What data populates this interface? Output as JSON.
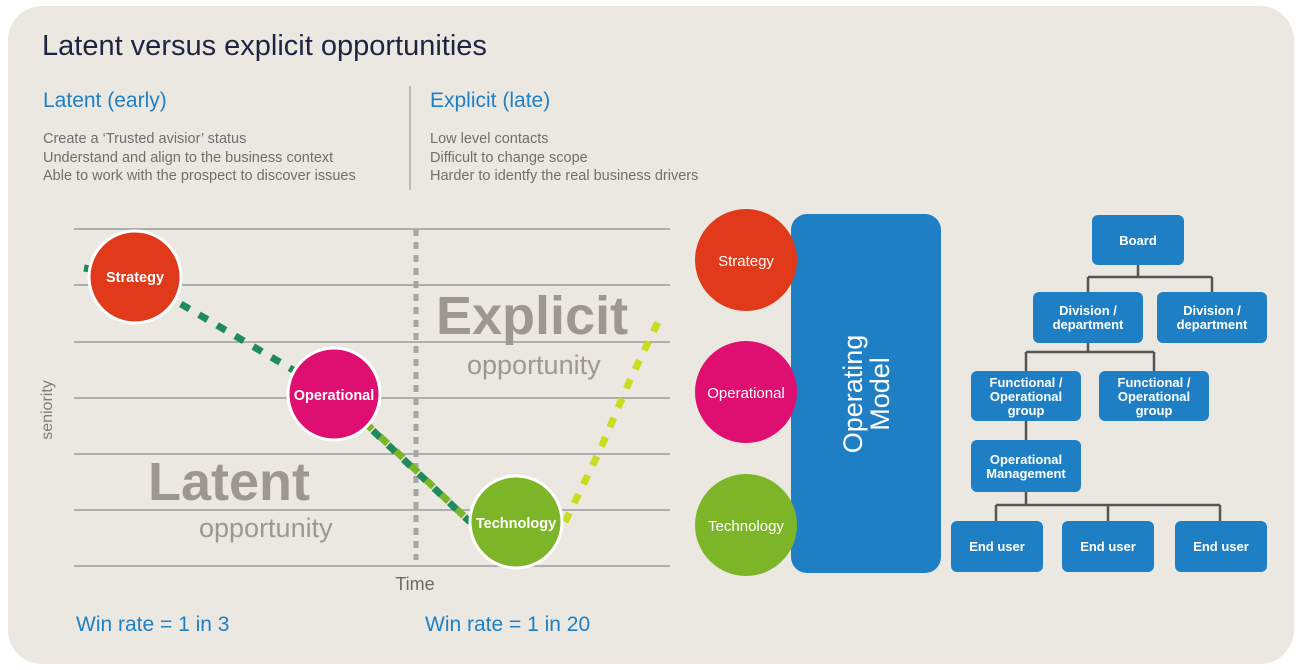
{
  "title": "Latent versus explicit opportunities",
  "latent": {
    "heading": "Latent (early)",
    "points": [
      "Create a ‘Trusted avisior’ status",
      "Understand and align to the business context",
      "Able to work with the prospect to discover issues"
    ]
  },
  "explicit": {
    "heading": "Explicit (late)",
    "points": [
      "Low level contacts",
      "Difficult to change scope",
      "Harder to identfy the real business drivers"
    ]
  },
  "chart": {
    "y_axis_label": "seniority",
    "x_axis_label": "Time",
    "latent_big": "Latent",
    "latent_small": "opportunity",
    "explicit_big": "Explicit",
    "explicit_small": "opportunity",
    "circles": {
      "strategy": "Strategy",
      "operational": "Operational",
      "technology": "Technology"
    },
    "win_rate_latent": "Win rate = 1 in 3",
    "win_rate_explicit": "Win rate = 1 in 20"
  },
  "operating_model": {
    "label_line1": "Operating",
    "label_line2": "Model",
    "circles": {
      "strategy": "Strategy",
      "operational": "Operational",
      "technology": "Technology"
    }
  },
  "org": {
    "board": "Board",
    "division_a": [
      "Division /",
      "department"
    ],
    "division_b": [
      "Division /",
      "department"
    ],
    "functional_a": [
      "Functional /",
      "Operational",
      "group"
    ],
    "functional_b": [
      "Functional /",
      "Operational",
      "group"
    ],
    "op_management": [
      "Operational",
      "Management"
    ],
    "end_user_1": "End user",
    "end_user_2": "End user",
    "end_user_3": "End user"
  },
  "colors": {
    "strategy": "#e03a1b",
    "operational": "#de0f71",
    "technology": "#7db529",
    "blue": "#1f7fc4",
    "dark_green": "#1f8a5a",
    "lime": "#c9dc1e"
  }
}
